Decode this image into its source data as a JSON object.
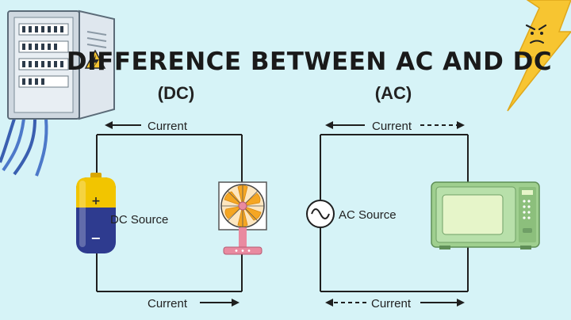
{
  "title": "DIFFERENCE BETWEEN AC AND DC",
  "dc": {
    "heading": "(DC)",
    "source_label": "DC Source",
    "current_top": "Current",
    "current_bottom": "Current",
    "battery_plus": "+",
    "battery_minus": "−"
  },
  "ac": {
    "heading": "(AC)",
    "source_label": "AC Source",
    "current_top": "Current",
    "current_bottom": "Current"
  },
  "colors": {
    "background": "#d6f3f7",
    "wire": "#1f1f1f",
    "text": "#222222",
    "battery_body": "#2e3b8f",
    "battery_top": "#f2c500",
    "fan_blades": "#f5a623",
    "fan_base": "#e98aa0",
    "microwave": "#9fcf8f",
    "lightning": "#f7c531",
    "panel": "#dfe7ee"
  },
  "icons": {
    "panel": "electrical-panel-icon",
    "warning": "high-voltage-warning-icon",
    "lightning": "lightning-bolt-icon",
    "battery": "battery-icon",
    "fan": "electric-fan-icon",
    "ac_source": "ac-source-icon",
    "microwave": "microwave-icon"
  }
}
